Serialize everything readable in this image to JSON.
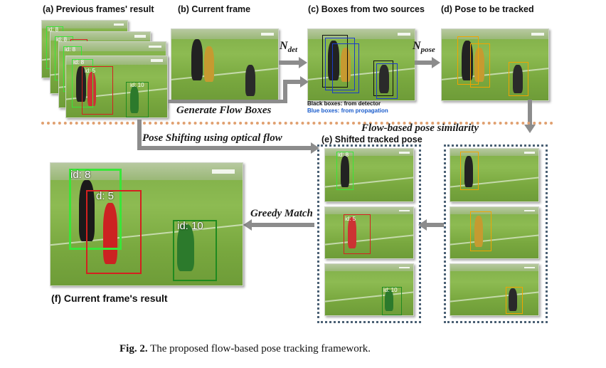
{
  "labels": {
    "a": "(a) Previous frames' result",
    "b": "(b) Current frame",
    "c": "(c) Boxes from two sources",
    "d": "(d) Pose  to be tracked",
    "e": "(e) Shifted tracked pose",
    "f": "(f) Current frame's result"
  },
  "arrows": {
    "n_det": "N",
    "n_det_sub": "det",
    "n_pose": "N",
    "n_pose_sub": "pose",
    "generate_flow_boxes": "Generate Flow Boxes",
    "pose_shifting": "Pose Shifting using optical flow",
    "flow_similarity": "Flow-based pose similarity",
    "greedy_match": "Greedy Match"
  },
  "legend": {
    "black": "Black boxes: from detector",
    "blue": "Blue boxes: from propagation"
  },
  "ids": {
    "small_8": "id: 8",
    "small_5": "id: 5",
    "small_10": "id: 10",
    "big_8": "id: 8",
    "big_5": "d: 5",
    "big_10": "id: 10",
    "e1": "id: 8",
    "e2": "id: 5",
    "e3": "id: 10"
  },
  "caption": {
    "fig": "Fig. 2.",
    "text": "The proposed flow-based pose tracking framework."
  },
  "colors": {
    "green": "#39e639",
    "red": "#d42020",
    "darkgreen": "#1f8a1f",
    "blue": "#1a3cc8",
    "orange": "#f0a400",
    "arrow": "#8c8c8c",
    "dotted": "#4a6074"
  }
}
